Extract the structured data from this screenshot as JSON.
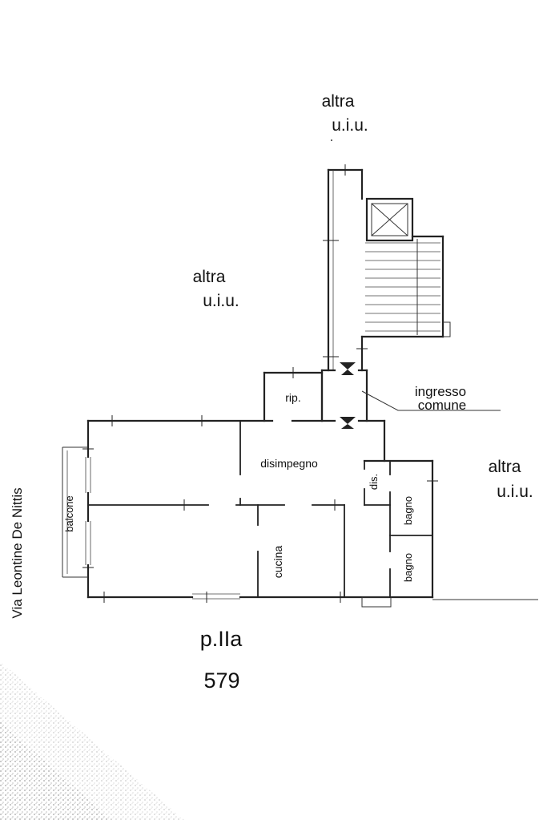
{
  "annotations": {
    "altra_top": {
      "line1": "altra",
      "line2": "u.i.u."
    },
    "altra_left": {
      "line1": "altra",
      "line2": "u.i.u."
    },
    "altra_right": {
      "line1": "altra",
      "line2": "u.i.u."
    },
    "ingresso_comune": {
      "line1": "ingresso",
      "line2": "comune"
    }
  },
  "rooms": {
    "rip": "rip.",
    "disimpegno": "disimpegno",
    "dis": "dis.",
    "bagno_top": "bagno",
    "bagno_bottom": "bagno",
    "cucina": "cucina",
    "balcone": "balcone"
  },
  "street_name": "Via Leontine De Nittis",
  "title_block": {
    "floor": "p.IIa",
    "parcel_number": "579"
  },
  "colors": {
    "line": "#222222",
    "text": "#111111",
    "background": "#ffffff"
  }
}
